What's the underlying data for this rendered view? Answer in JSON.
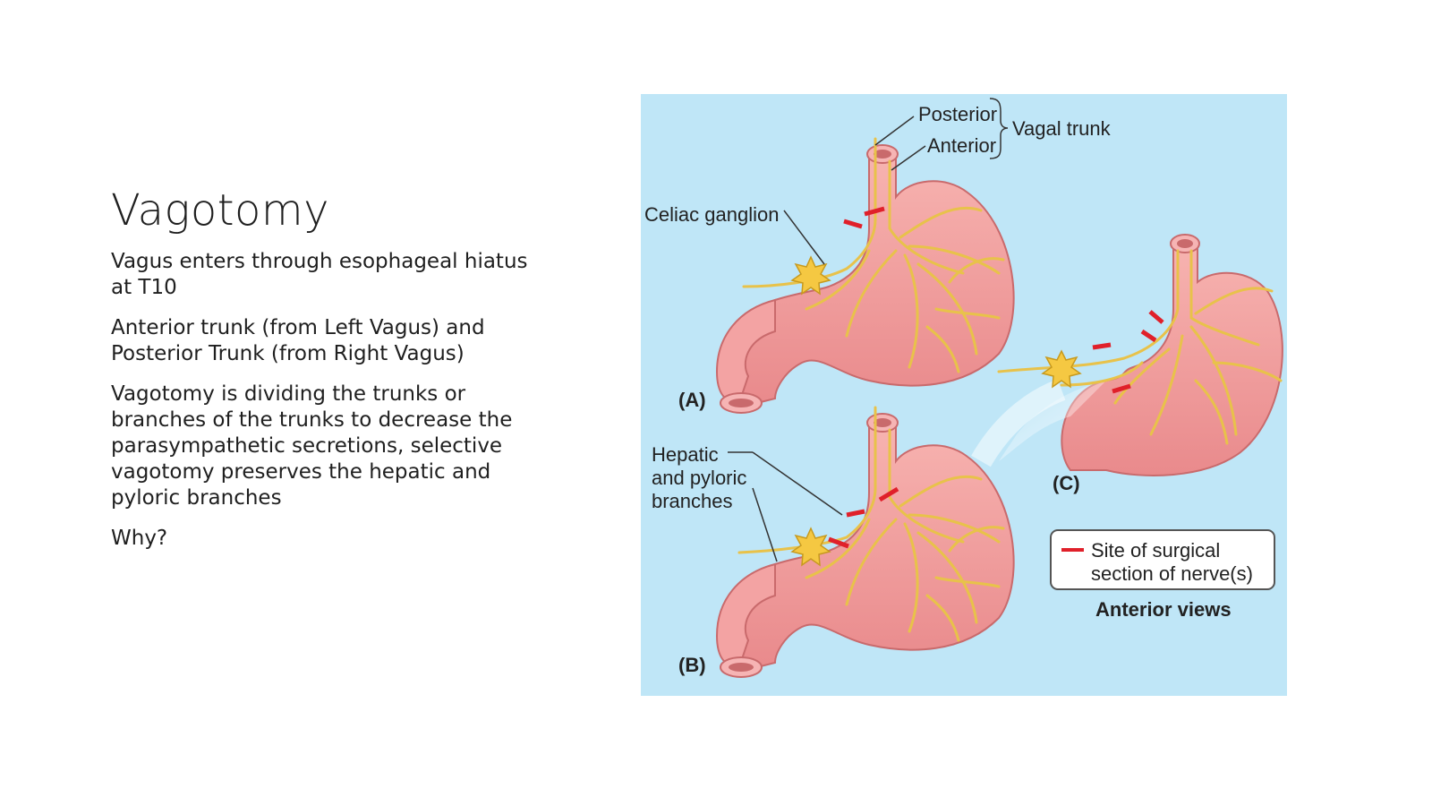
{
  "slide": {
    "title": "Vagotomy",
    "paragraphs": [
      "Vagus enters through esophageal hiatus at T10",
      "Anterior trunk (from Left Vagus) and Posterior Trunk (from Right Vagus)",
      "Vagotomy is dividing the trunks or branches of the trunks to decrease the parasympathetic secretions, selective vagotomy preserves the hepatic and pyloric branches",
      "Why?"
    ]
  },
  "figure": {
    "background_color": "#bfe6f7",
    "stomach_color": "#f29a9a",
    "nerve_color": "#e8c24a",
    "cut_color": "#e0202a",
    "labels": {
      "posterior": "Posterior",
      "anterior": "Anterior",
      "vagal_trunk": "Vagal trunk",
      "celiac_ganglion": "Celiac ganglion",
      "hepatic_line1": "Hepatic",
      "hepatic_line2": "and pyloric",
      "hepatic_line3": "branches",
      "panel_a": "(A)",
      "panel_b": "(B)",
      "panel_c": "(C)",
      "legend_line1": "Site of surgical",
      "legend_line2": "section of nerve(s)",
      "anterior_views": "Anterior views"
    }
  }
}
